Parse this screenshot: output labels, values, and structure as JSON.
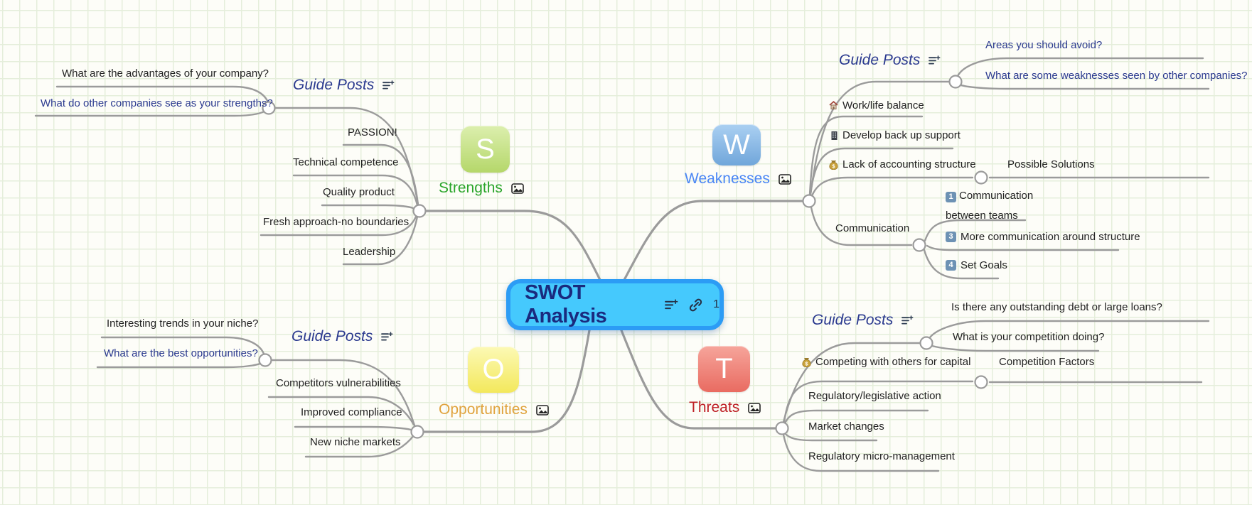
{
  "root": {
    "title": "SWOT Analysis",
    "link_count": "1"
  },
  "strengths": {
    "letter": "S",
    "label": "Strengths",
    "guide": {
      "label": "Guide Posts",
      "questions": [
        "What are the advantages of your company?",
        "What do other companies see as your strengths?"
      ]
    },
    "items": [
      "PASSION!",
      "Technical competence",
      "Quality product",
      "Fresh approach-no boundaries",
      "Leadership"
    ]
  },
  "weaknesses": {
    "letter": "W",
    "label": "Weaknesses",
    "guide": {
      "label": "Guide Posts",
      "questions": [
        "Areas you should avoid?",
        "What are some weaknesses seen by other companies?"
      ]
    },
    "items": [
      "Work/life balance",
      "Develop back up support",
      "Lack of accounting structure"
    ],
    "item_icons": [
      "house",
      "office-building",
      "money-bag"
    ],
    "possible_solutions": "Possible Solutions",
    "communication": {
      "label": "Communication",
      "nums": [
        "1",
        "3",
        "4"
      ],
      "items": [
        "Communication between teams",
        "More communication around structure",
        "Set Goals"
      ]
    }
  },
  "opportunities": {
    "letter": "O",
    "label": "Opportunities",
    "guide": {
      "label": "Guide Posts",
      "questions": [
        "Interesting trends in your niche?",
        "What are the best opportunities?"
      ]
    },
    "items": [
      "Competitors vulnerabilities",
      "Improved compliance",
      "New niche markets"
    ]
  },
  "threats": {
    "letter": "T",
    "label": "Threats",
    "guide": {
      "label": "Guide Posts",
      "questions": [
        "Is there any outstanding debt or large loans?",
        "What is your competition doing?"
      ]
    },
    "items": [
      "Competing with others for capital",
      "Regulatory/legislative action",
      "Market changes",
      "Regulatory micro-management"
    ],
    "item_icons": [
      "money-bag",
      null,
      null,
      null
    ],
    "competition_factors": "Competition Factors"
  },
  "colors": {
    "strengths": "#2aa52a",
    "weaknesses": "#4a86f5",
    "opportunities": "#e0a33e",
    "threats": "#be2026",
    "navy_text": "#2b3a8f",
    "root_border": "#2c9cf5",
    "root_fill": "#45c9fd",
    "connector_line": "#9b9b9b"
  }
}
